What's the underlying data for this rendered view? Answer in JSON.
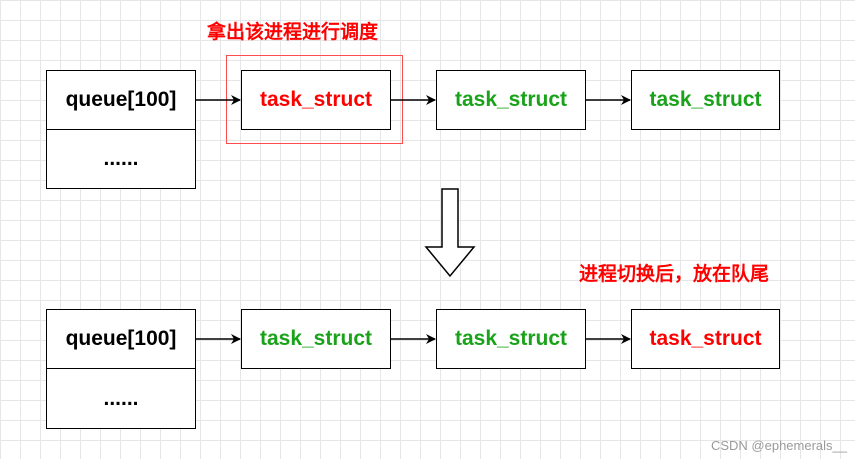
{
  "top_note": "拿出该进程进行调度",
  "bottom_note": "进程切换后，放在队尾",
  "queue_label": "queue[100]",
  "ellipsis": "......",
  "node_label": "task_struct",
  "colors": {
    "selected": "#ff0000",
    "normal": "#1aa31a",
    "border": "#000000",
    "highlight_border": "#ff4d4d"
  },
  "top_row": {
    "nodes": [
      {
        "label": "task_struct",
        "state": "selected"
      },
      {
        "label": "task_struct",
        "state": "normal"
      },
      {
        "label": "task_struct",
        "state": "normal"
      }
    ]
  },
  "bottom_row": {
    "nodes": [
      {
        "label": "task_struct",
        "state": "normal"
      },
      {
        "label": "task_struct",
        "state": "normal"
      },
      {
        "label": "task_struct",
        "state": "selected"
      }
    ]
  },
  "watermark": "CSDN @ephemerals__"
}
